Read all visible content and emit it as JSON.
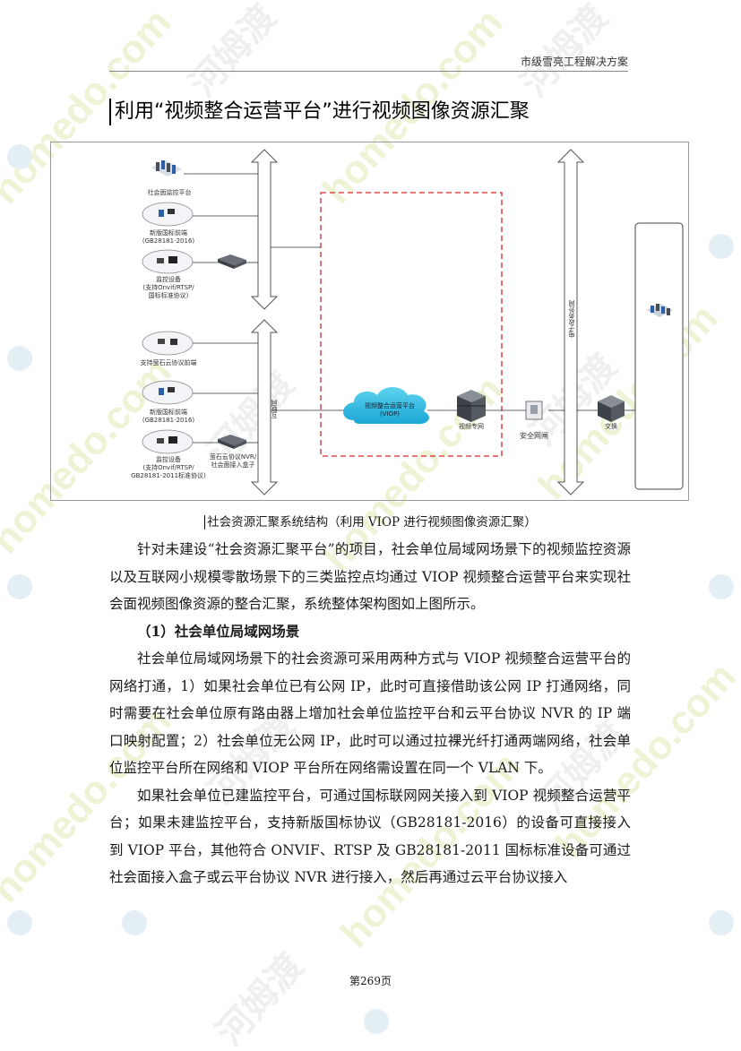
{
  "header": {
    "title": "市级雪亮工程解决方案"
  },
  "section_title": "利用“视频整合运营平台”进行视频图像资源汇聚",
  "diagram": {
    "nodes": [
      {
        "name": "social-monitor-platform",
        "label": "社会面监控平台"
      },
      {
        "name": "new-national-frontend-1",
        "label": "新版国标前端\n(GB28181-2016)"
      },
      {
        "name": "monitor-device-1",
        "label": "监控设备\n(支持Onvif/RTSP/\n国标标准协议)"
      },
      {
        "name": "cloud-protocol-frontend",
        "label": "支持萤石云协议前端"
      },
      {
        "name": "new-national-frontend-2",
        "label": "新版国标前端\n(GB28181-2016)"
      },
      {
        "name": "monitor-device-2",
        "label": "监控设备\n(支持Onvif/RTSP/\nGB28181-2011标准协议)"
      },
      {
        "name": "cloud-nvr-box",
        "label": "萤石云协议NVR/\n社会面接入盒子"
      },
      {
        "name": "viop-cloud",
        "label": "视频整合运营平台\n(VIOP)"
      },
      {
        "name": "video-private-network",
        "label": "视频专网"
      },
      {
        "name": "security-gateway",
        "label": "安全网闸"
      },
      {
        "name": "switch",
        "label": "交换"
      }
    ],
    "axis_labels": {
      "internet": "互联网",
      "egov_network": "电子政务外网"
    }
  },
  "caption": "社会资源汇聚系统结构（利用 VIOP 进行视频图像资源汇聚）",
  "paragraphs": [
    "针对未建设“社会资源汇聚平台”的项目，社会单位局域网场景下的视频监控资源以及互联网小规模零散场景下的三类监控点均通过 VIOP 视频整合运营平台来实现社会面视频图像资源的整合汇聚，系统整体架构图如上图所示。",
    "社会单位局域网场景下的社会资源可采用两种方式与 VIOP 视频整合运营平台的网络打通，1）如果社会单位已有公网 IP，此时可直接借助该公网 IP 打通网络，同时需要在社会单位原有路由器上增加社会单位监控平台和云平台协议 NVR 的 IP 端口映射配置；2）社会单位无公网 IP，此时可以通过拉裸光纤打通两端网络，社会单位监控平台所在网络和 VIOP 平台所在网络需设置在同一个 VLAN 下。",
    "如果社会单位已建监控平台，可通过国标联网网关接入到 VIOP 视频整合运营平台；如果未建监控平台，支持新版国标协议（GB28181-2016）的设备可直接接入到 VIOP 平台，其他符合 ONVIF、RTSP 及 GB28181-2011 国标标准设备可通过社会面接入盒子或云平台协议 NVR 进行接入，然后再通过云平台协议接入"
  ],
  "subheading": "（1）社会单位局域网场景",
  "page_number": "第269页",
  "watermark": {
    "text_cn": "河姆渡",
    "text_en": "homedo.com",
    "color": "#e8f0c8"
  }
}
